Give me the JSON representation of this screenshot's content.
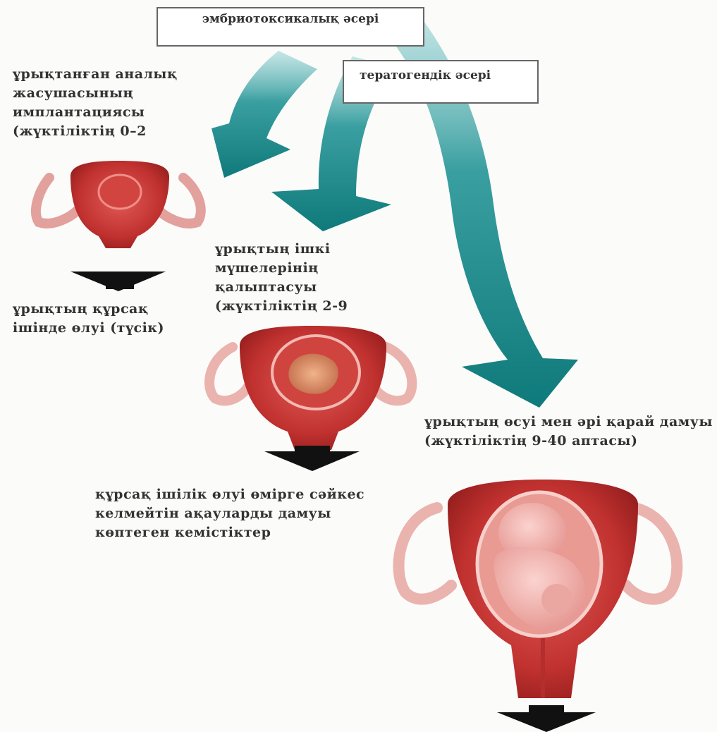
{
  "boxes": {
    "embryotoxic": "эмбриотоксикалық әсері",
    "teratogenic": "тератогендік әсері"
  },
  "stages": {
    "stage1": "ұрықтанған аналық жасушасының имплантациясы (жүктіліктің 0–2",
    "stage2": "ұрықтың ішкі мүшелерінің қалыптасуы (жүктіліктің 2-9",
    "stage3": "ұрықтың өсуі мен әрі қарай дамуы (жүктіліктің 9-40 аптасы)"
  },
  "outcomes": {
    "outcome1": "ұрықтың құрсақ ішінде өлуі (түсік)",
    "outcome2": "құрсақ ішілік өлуі өмірге сәйкес келмейтін ақауларды дамуы көптеген кемістіктер"
  },
  "colors": {
    "teal_arrow": "#1f8c8a",
    "uterus": "#c33b39",
    "black_arrow": "#111111"
  }
}
